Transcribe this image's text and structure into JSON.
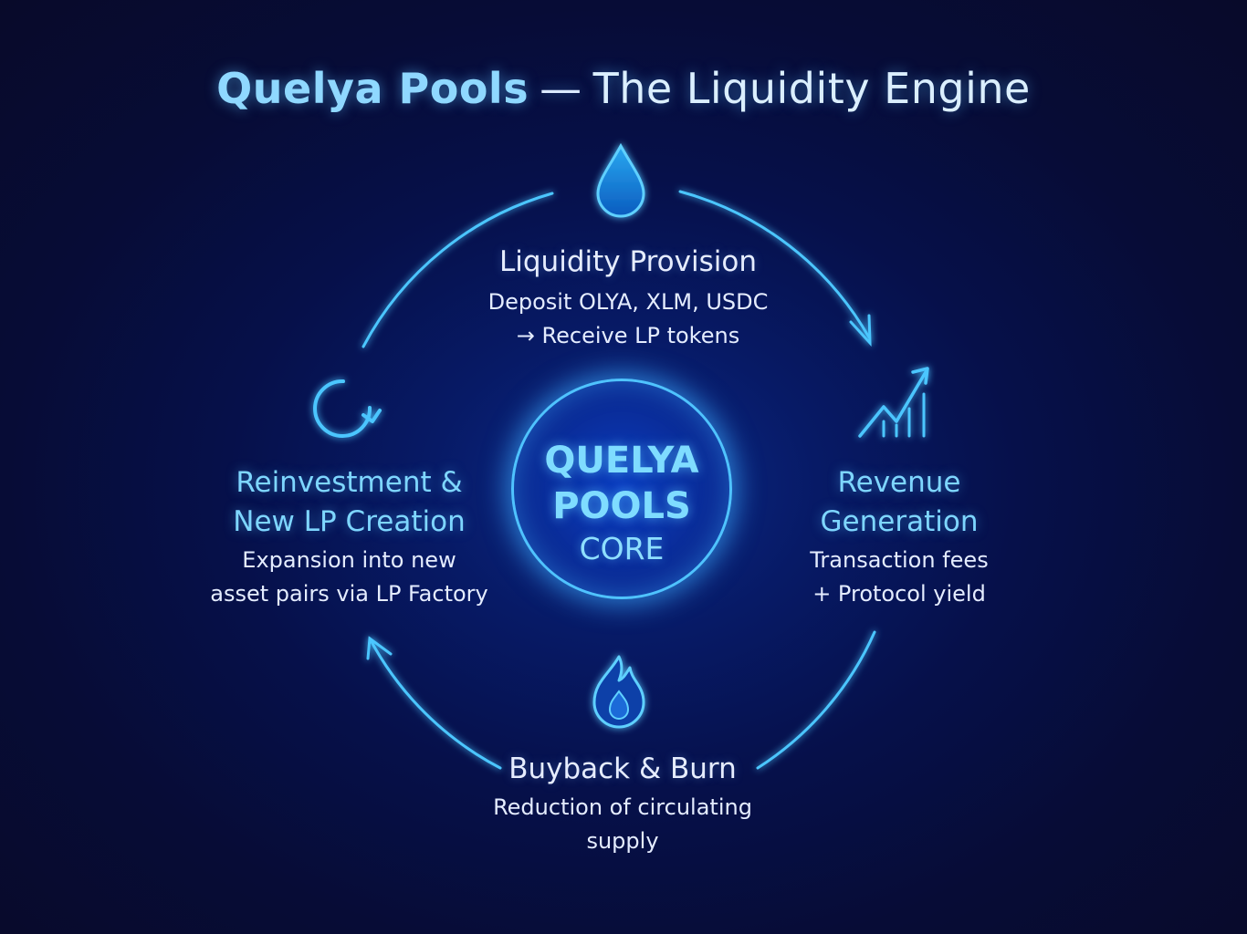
{
  "title": {
    "main": "Quelya Pools",
    "separator": "—",
    "sub": "The Liquidity Engine"
  },
  "core": {
    "line1": "QUELYA",
    "line2": "POOLS",
    "line3": "CORE"
  },
  "nodes": {
    "liquidity": {
      "heading": "Liquidity Provision",
      "desc_line1": "Deposit OLYA, XLM, USDC",
      "desc_line2": "→ Receive LP tokens",
      "icon": "droplet-icon"
    },
    "revenue": {
      "heading_line1": "Revenue",
      "heading_line2": "Generation",
      "desc_line1": "Transaction fees",
      "desc_line2": "+ Protocol yield",
      "icon": "growth-chart-icon"
    },
    "buyback": {
      "heading": "Buyback & Burn",
      "desc_line1": "Reduction of circulating",
      "desc_line2": "supply",
      "icon": "flame-icon"
    },
    "reinvest": {
      "heading_line1": "Reinvestment &",
      "heading_line2": "New LP Creation",
      "desc_line1": "Expansion into new",
      "desc_line2": "asset pairs via LP Factory",
      "icon": "refresh-cycle-icon"
    }
  },
  "colors": {
    "accent": "#4fc3ff",
    "heading_cyan": "#7ed6ff",
    "background": "#070c36"
  }
}
